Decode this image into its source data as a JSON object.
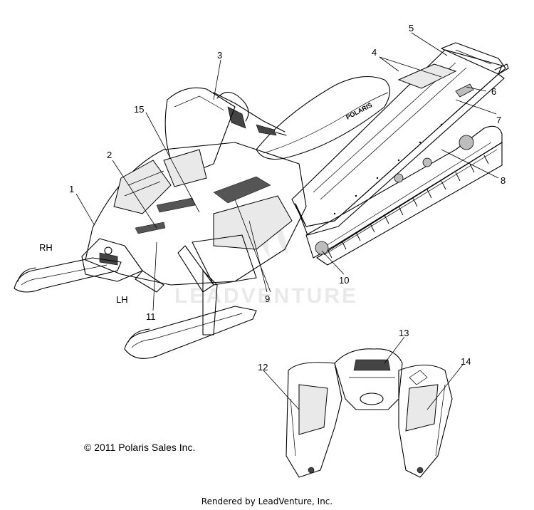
{
  "callouts": {
    "c1": "1",
    "c2": "2",
    "c3": "3",
    "c4": "4",
    "c5": "5",
    "c6": "6",
    "c7": "7",
    "c8": "8",
    "c9": "9",
    "c10": "10",
    "c11": "11",
    "c12": "12",
    "c13": "13",
    "c14": "14",
    "c15": "15"
  },
  "sides": {
    "right": "RH",
    "left": "LH"
  },
  "brand_on_seat": "POLARIS",
  "watermark": "LEADVENTURE",
  "copyright": "© 2011 Polaris Sales Inc.",
  "rendered_by": "Rendered by LeadVenture, Inc."
}
